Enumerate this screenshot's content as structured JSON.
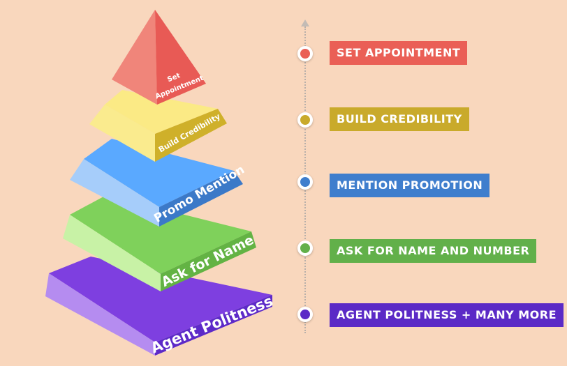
{
  "pyramid": {
    "tiers": [
      {
        "label_lines": [
          "Set",
          "Appointment"
        ],
        "left_color": "#f0857a",
        "right_color": "#e85a55"
      },
      {
        "label_lines": [
          "Build Credibility"
        ],
        "top_color": "#fbea85",
        "left_color": "#faeb8e",
        "front_color": "#cfb02a"
      },
      {
        "label_lines": [
          "Promo Mention"
        ],
        "top_color": "#5aa9ff",
        "left_color": "#a6cdfa",
        "front_color": "#3b79c8"
      },
      {
        "label_lines": [
          "Ask for Name"
        ],
        "top_color": "#7fd15b",
        "left_color": "#c8f2a6",
        "front_color": "#63b344"
      },
      {
        "label_lines": [
          "Agent Politness"
        ],
        "top_color": "#7e3fe0",
        "left_color": "#b58cf0",
        "front_color": "#5d2ac8"
      }
    ]
  },
  "timeline": {
    "stages": [
      {
        "label": "SET APPOINTMENT",
        "color": "#ea5f56"
      },
      {
        "label": "BUILD CREDIBILITY",
        "color": "#c9aa2b"
      },
      {
        "label": "MENTION PROMOTION",
        "color": "#3f7ecd"
      },
      {
        "label": "ASK FOR NAME AND NUMBER",
        "color": "#62b04a"
      },
      {
        "label": "AGENT POLITNESS + MANY MORE",
        "color": "#5b2ac6"
      }
    ]
  }
}
